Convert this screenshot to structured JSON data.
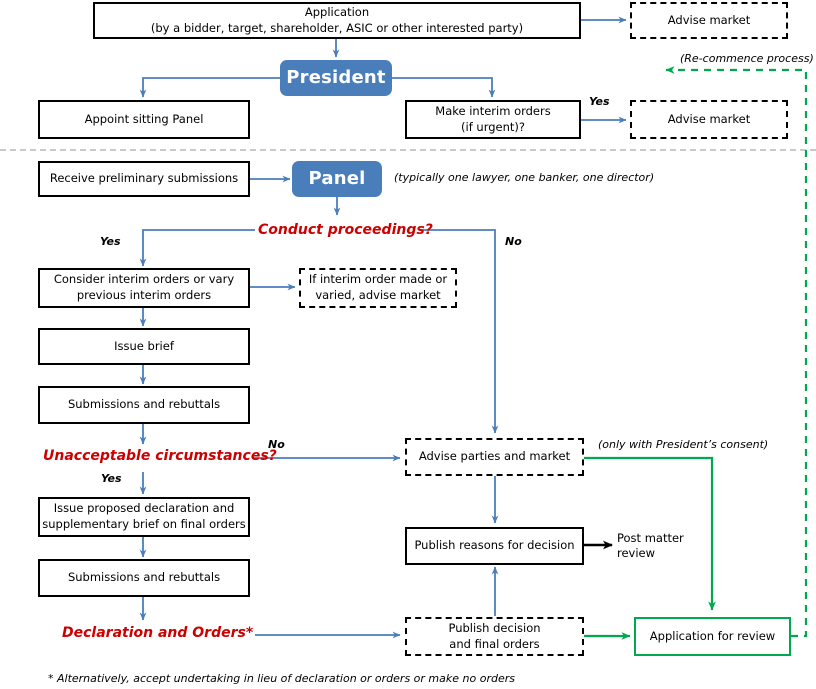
{
  "diagram": {
    "title": "Takeovers Panel proceedings flowchart",
    "colors": {
      "blue_node": "#4a7ebb",
      "blue_connector": "#4a7ebb",
      "green_connector": "#00a84f",
      "decision_text": "#cc0000",
      "black": "#000000",
      "separator": "#aaaaaa"
    },
    "nodes": [
      {
        "id": "application",
        "style": "solid",
        "line1": "Application",
        "line2": "(by a bidder, target, shareholder, ASIC or other interested party)"
      },
      {
        "id": "advise-market-top",
        "style": "dashed",
        "line1": "Advise market"
      },
      {
        "id": "president",
        "style": "rounded-blue",
        "line1": "President"
      },
      {
        "id": "appoint-sitting-panel",
        "style": "solid",
        "line1": "Appoint sitting Panel"
      },
      {
        "id": "make-interim-orders",
        "style": "solid",
        "line1": "Make interim orders",
        "line2": "(if urgent)?"
      },
      {
        "id": "advise-market-interim",
        "style": "dashed",
        "line1": "Advise market"
      },
      {
        "id": "receive-preliminary-submissions",
        "style": "solid",
        "line1": "Receive preliminary submissions"
      },
      {
        "id": "panel",
        "style": "rounded-blue",
        "line1": "Panel"
      },
      {
        "id": "consider-interim-orders",
        "style": "solid",
        "line1": "Consider interim orders or vary",
        "line2": "previous interim orders"
      },
      {
        "id": "if-interim-order-made",
        "style": "dashed",
        "line1": "If interim order made or",
        "line2": "varied, advise market"
      },
      {
        "id": "issue-brief",
        "style": "solid",
        "line1": "Issue brief"
      },
      {
        "id": "submissions-rebuttals-1",
        "style": "solid",
        "line1": "Submissions and rebuttals"
      },
      {
        "id": "advise-parties-and-market",
        "style": "dashed",
        "line1": "Advise parties and market"
      },
      {
        "id": "issue-proposed-declaration",
        "style": "solid",
        "line1": "Issue proposed declaration and",
        "line2": "supplementary brief on final orders"
      },
      {
        "id": "publish-reasons",
        "style": "solid",
        "line1": "Publish reasons for decision"
      },
      {
        "id": "submissions-rebuttals-2",
        "style": "solid",
        "line1": "Submissions and rebuttals"
      },
      {
        "id": "publish-decision",
        "style": "dashed",
        "line1": "Publish decision",
        "line2": "and final orders"
      },
      {
        "id": "application-for-review",
        "style": "green-box",
        "line1": "Application for review"
      }
    ],
    "labels": {
      "panel_note": "(typically one lawyer, one banker, one director)",
      "recommence_process": "(Re-commence process)",
      "presidents_consent": "(only with President’s consent)",
      "post_matter_review_line1": "Post matter",
      "post_matter_review_line2": "review",
      "conduct_proceedings": "Conduct proceedings?",
      "unacceptable_circumstances": "Unacceptable circumstances?",
      "declaration_and_orders": "Declaration and Orders*",
      "yes_interim": "Yes",
      "yes_conduct": "Yes",
      "no_conduct": "No",
      "no_unacceptable": "No",
      "yes_unacceptable": "Yes",
      "footnote": "* Alternatively, accept undertaking in lieu of declaration or orders or make no orders"
    }
  }
}
